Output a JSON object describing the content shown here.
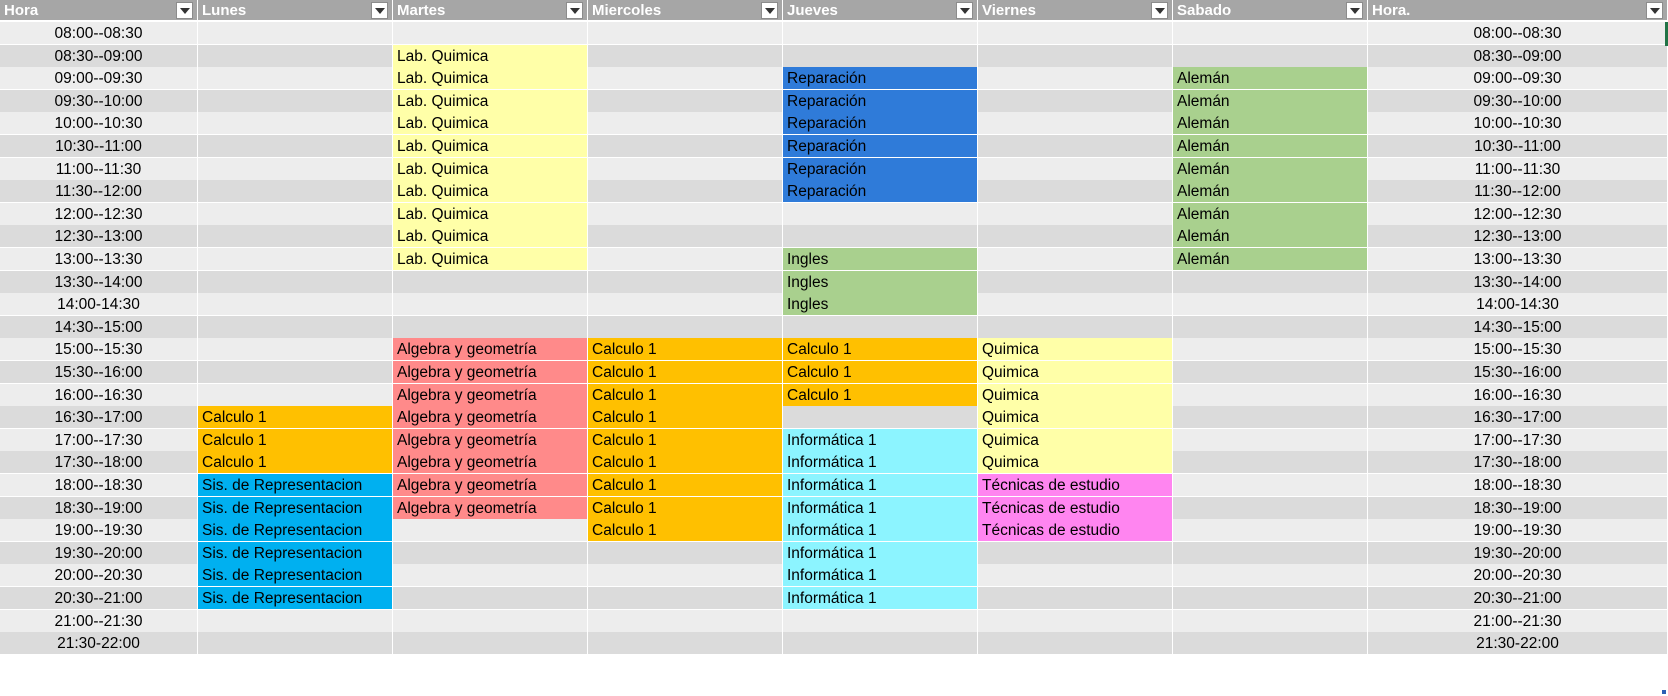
{
  "headers": [
    "Hora",
    "Lunes",
    "Martes",
    "Miercoles",
    "Jueves",
    "Viernes",
    "Sabado",
    "Hora."
  ],
  "colors": {
    "header_bg": "#a6a6a6",
    "row_light": "#ededed",
    "row_dark": "#dbdbdb",
    "lab": "#ffffa8",
    "reparacion": "#2f7bd9",
    "aleman": "#a9d08e",
    "ingles": "#a9d08e",
    "algebra": "#ff8a8a",
    "calculo": "#ffc000",
    "quimica": "#ffffa8",
    "informatica": "#8cf4ff",
    "tecnicas": "#ff85f0",
    "sis_rep": "#00b0f0"
  },
  "rows": [
    {
      "time": "08:00--08:30",
      "time_right": "08:00--08:30",
      "cells": [
        "",
        "",
        "",
        "",
        "",
        ""
      ]
    },
    {
      "time": "08:30--09:00",
      "time_right": "08:30--09:00",
      "cells": [
        "",
        "Lab. Quimica",
        "",
        "",
        "",
        ""
      ]
    },
    {
      "time": "09:00--09:30",
      "time_right": "09:00--09:30",
      "cells": [
        "",
        "Lab. Quimica",
        "",
        "Reparación",
        "",
        "Alemán"
      ]
    },
    {
      "time": "09:30--10:00",
      "time_right": "09:30--10:00",
      "cells": [
        "",
        "Lab. Quimica",
        "",
        "Reparación",
        "",
        "Alemán"
      ]
    },
    {
      "time": "10:00--10:30",
      "time_right": "10:00--10:30",
      "cells": [
        "",
        "Lab. Quimica",
        "",
        "Reparación",
        "",
        "Alemán"
      ]
    },
    {
      "time": "10:30--11:00",
      "time_right": "10:30--11:00",
      "cells": [
        "",
        "Lab. Quimica",
        "",
        "Reparación",
        "",
        "Alemán"
      ]
    },
    {
      "time": "11:00--11:30",
      "time_right": "11:00--11:30",
      "cells": [
        "",
        "Lab. Quimica",
        "",
        "Reparación",
        "",
        "Alemán"
      ]
    },
    {
      "time": "11:30--12:00",
      "time_right": "11:30--12:00",
      "cells": [
        "",
        "Lab. Quimica",
        "",
        "Reparación",
        "",
        "Alemán"
      ]
    },
    {
      "time": "12:00--12:30",
      "time_right": "12:00--12:30",
      "cells": [
        "",
        "Lab. Quimica",
        "",
        "",
        "",
        "Alemán"
      ]
    },
    {
      "time": "12:30--13:00",
      "time_right": "12:30--13:00",
      "cells": [
        "",
        "Lab. Quimica",
        "",
        "",
        "",
        "Alemán"
      ]
    },
    {
      "time": "13:00--13:30",
      "time_right": "13:00--13:30",
      "cells": [
        "",
        "Lab. Quimica",
        "",
        "Ingles",
        "",
        "Alemán"
      ]
    },
    {
      "time": "13:30--14:00",
      "time_right": "13:30--14:00",
      "cells": [
        "",
        "",
        "",
        "Ingles",
        "",
        ""
      ]
    },
    {
      "time": "14:00-14:30",
      "time_right": "14:00-14:30",
      "cells": [
        "",
        "",
        "",
        "Ingles",
        "",
        ""
      ]
    },
    {
      "time": "14:30--15:00",
      "time_right": "14:30--15:00",
      "cells": [
        "",
        "",
        "",
        "",
        "",
        ""
      ]
    },
    {
      "time": "15:00--15:30",
      "time_right": "15:00--15:30",
      "cells": [
        "",
        "Algebra y geometría",
        "Calculo 1",
        "Calculo 1",
        "Quimica",
        ""
      ]
    },
    {
      "time": "15:30--16:00",
      "time_right": "15:30--16:00",
      "cells": [
        "",
        "Algebra y geometría",
        "Calculo 1",
        "Calculo 1",
        "Quimica",
        ""
      ]
    },
    {
      "time": "16:00--16:30",
      "time_right": "16:00--16:30",
      "cells": [
        "",
        "Algebra y geometría",
        "Calculo 1",
        "Calculo 1",
        "Quimica",
        ""
      ]
    },
    {
      "time": "16:30--17:00",
      "time_right": "16:30--17:00",
      "cells": [
        "Calculo 1",
        "Algebra y geometría",
        "Calculo 1",
        "",
        "Quimica",
        ""
      ]
    },
    {
      "time": "17:00--17:30",
      "time_right": "17:00--17:30",
      "cells": [
        "Calculo 1",
        "Algebra y geometría",
        "Calculo 1",
        "Informática 1",
        "Quimica",
        ""
      ]
    },
    {
      "time": "17:30--18:00",
      "time_right": "17:30--18:00",
      "cells": [
        "Calculo 1",
        "Algebra y geometría",
        "Calculo 1",
        "Informática 1",
        "Quimica",
        ""
      ]
    },
    {
      "time": "18:00--18:30",
      "time_right": "18:00--18:30",
      "cells": [
        "Sis. de Representacion",
        "Algebra y geometría",
        "Calculo 1",
        "Informática 1",
        "Técnicas de estudio",
        ""
      ]
    },
    {
      "time": "18:30--19:00",
      "time_right": "18:30--19:00",
      "cells": [
        "Sis. de Representacion",
        "Algebra y geometría",
        "Calculo 1",
        "Informática 1",
        "Técnicas de estudio",
        ""
      ]
    },
    {
      "time": "19:00--19:30",
      "time_right": "19:00--19:30",
      "cells": [
        "Sis. de Representacion",
        "",
        "Calculo 1",
        "Informática 1",
        "Técnicas de estudio",
        ""
      ]
    },
    {
      "time": "19:30--20:00",
      "time_right": "19:30--20:00",
      "cells": [
        "Sis. de Representacion",
        "",
        "",
        "Informática 1",
        "",
        ""
      ]
    },
    {
      "time": "20:00--20:30",
      "time_right": "20:00--20:30",
      "cells": [
        "Sis. de Representacion",
        "",
        "",
        "Informática 1",
        "",
        ""
      ]
    },
    {
      "time": "20:30--21:00",
      "time_right": "20:30--21:00",
      "cells": [
        "Sis. de Representacion",
        "",
        "",
        "Informática 1",
        "",
        ""
      ]
    },
    {
      "time": "21:00--21:30",
      "time_right": "21:00--21:30",
      "cells": [
        "",
        "",
        "",
        "",
        "",
        ""
      ]
    },
    {
      "time": "21:30-22:00",
      "time_right": "21:30-22:00",
      "cells": [
        "",
        "",
        "",
        "",
        "",
        ""
      ]
    }
  ]
}
